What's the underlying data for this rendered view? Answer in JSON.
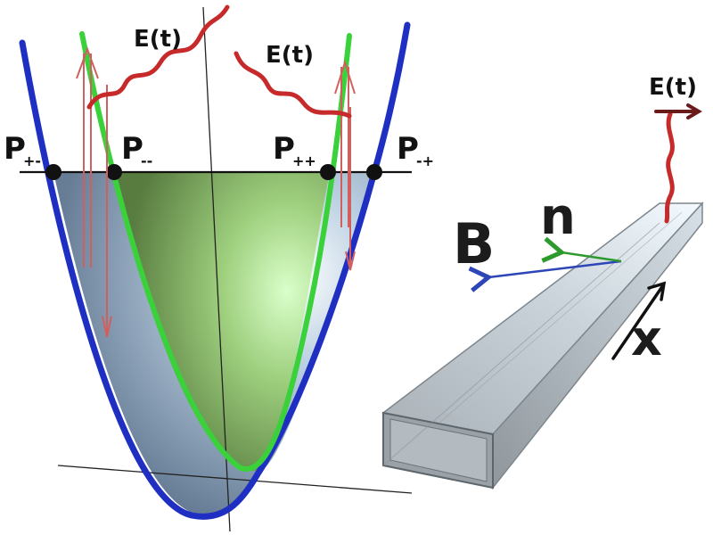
{
  "labels": {
    "field_left": "E(t)",
    "field_right": "E(t)",
    "field_wire": "E(t)",
    "p_plus_minus": "P",
    "p_plus_minus_sub": "+-",
    "p_minus_minus": "P",
    "p_minus_minus_sub": "--",
    "p_plus_plus": "P",
    "p_plus_plus_sub": "++",
    "p_minus_plus": "P",
    "p_minus_plus_sub": "-+",
    "b_vector": "B",
    "n_vector": "n",
    "x_axis": "x"
  },
  "colors": {
    "outer_band": "#1f2fc2",
    "inner_band": "#3ad13a",
    "field_wave": "#c62a2a",
    "transition_arrow": "#d06060",
    "wire": "#a9b1b7",
    "b_arrow": "#2e45b8",
    "n_arrow": "#2e9a2e"
  }
}
